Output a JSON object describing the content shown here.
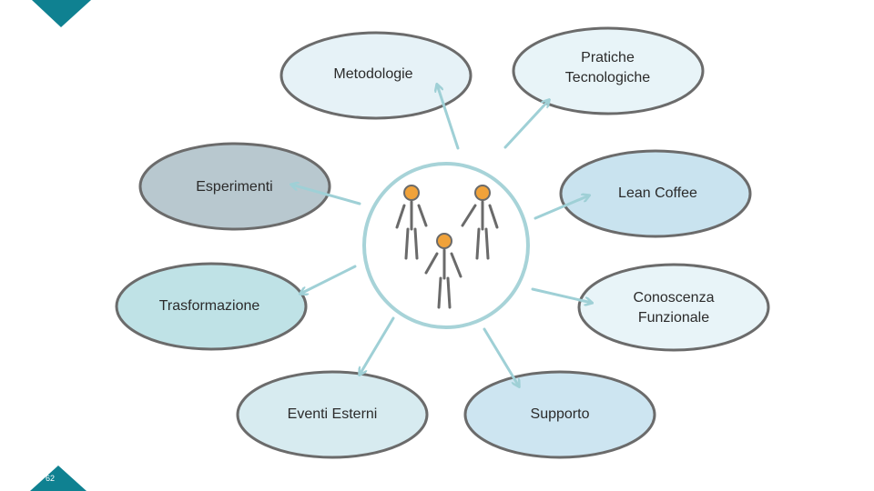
{
  "colors": {
    "accent": "#0f8191",
    "arrow": "#9fd0d6",
    "circle_stroke": "#a7d3d8",
    "ellipse_stroke": "#6b6b6b",
    "head": "#f0a23a",
    "figure": "#6a6a6a"
  },
  "diagram": {
    "center": {
      "icon": "people-group-icon"
    },
    "nodes": [
      {
        "id": "metodologie",
        "label": "Metodologie",
        "fill": "#e6f2f7"
      },
      {
        "id": "pratiche",
        "label": "Pratiche\nTecnologiche",
        "fill": "#e8f4f8"
      },
      {
        "id": "esperimenti",
        "label": "Esperimenti",
        "fill": "#b8c8cf"
      },
      {
        "id": "lean",
        "label": "Lean Coffee",
        "fill": "#c9e3ef"
      },
      {
        "id": "trasformazione",
        "label": "Trasformazione",
        "fill": "#bfe2e6"
      },
      {
        "id": "conoscenza",
        "label": "Conoscenza\nFunzionale",
        "fill": "#e8f4f8"
      },
      {
        "id": "eventi",
        "label": "Eventi Esterni",
        "fill": "#d7ebf0"
      },
      {
        "id": "supporto",
        "label": "Supporto",
        "fill": "#cde5f1"
      }
    ]
  },
  "footer": {
    "page_number": "62"
  }
}
